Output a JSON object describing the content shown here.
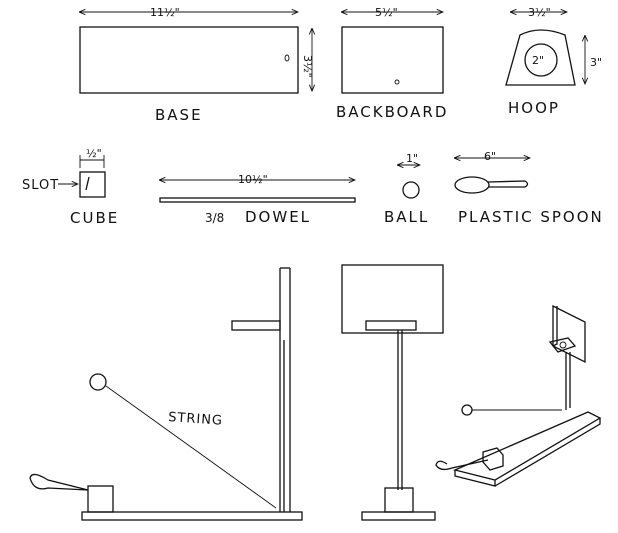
{
  "parts": {
    "base": {
      "label": "BASE",
      "width_dim": "11½\"",
      "height_dim": "3½\""
    },
    "backboard": {
      "label": "BACKBOARD",
      "width_dim": "5½\""
    },
    "hoop": {
      "label": "HOOP",
      "width_dim": "3½\"",
      "height_dim": "3\"",
      "hole_dim": "2\""
    },
    "cube": {
      "label": "CUBE",
      "size_dim": "½\"",
      "slot_label": "SLOT"
    },
    "dowel": {
      "label": "DOWEL",
      "length_dim": "10½\"",
      "diameter": "3/8"
    },
    "ball": {
      "label": "BALL",
      "size_dim": "1\""
    },
    "spoon": {
      "label": "PLASTIC SPOON",
      "length_dim": "6\""
    }
  },
  "assembly": {
    "string_label": "STRING"
  }
}
